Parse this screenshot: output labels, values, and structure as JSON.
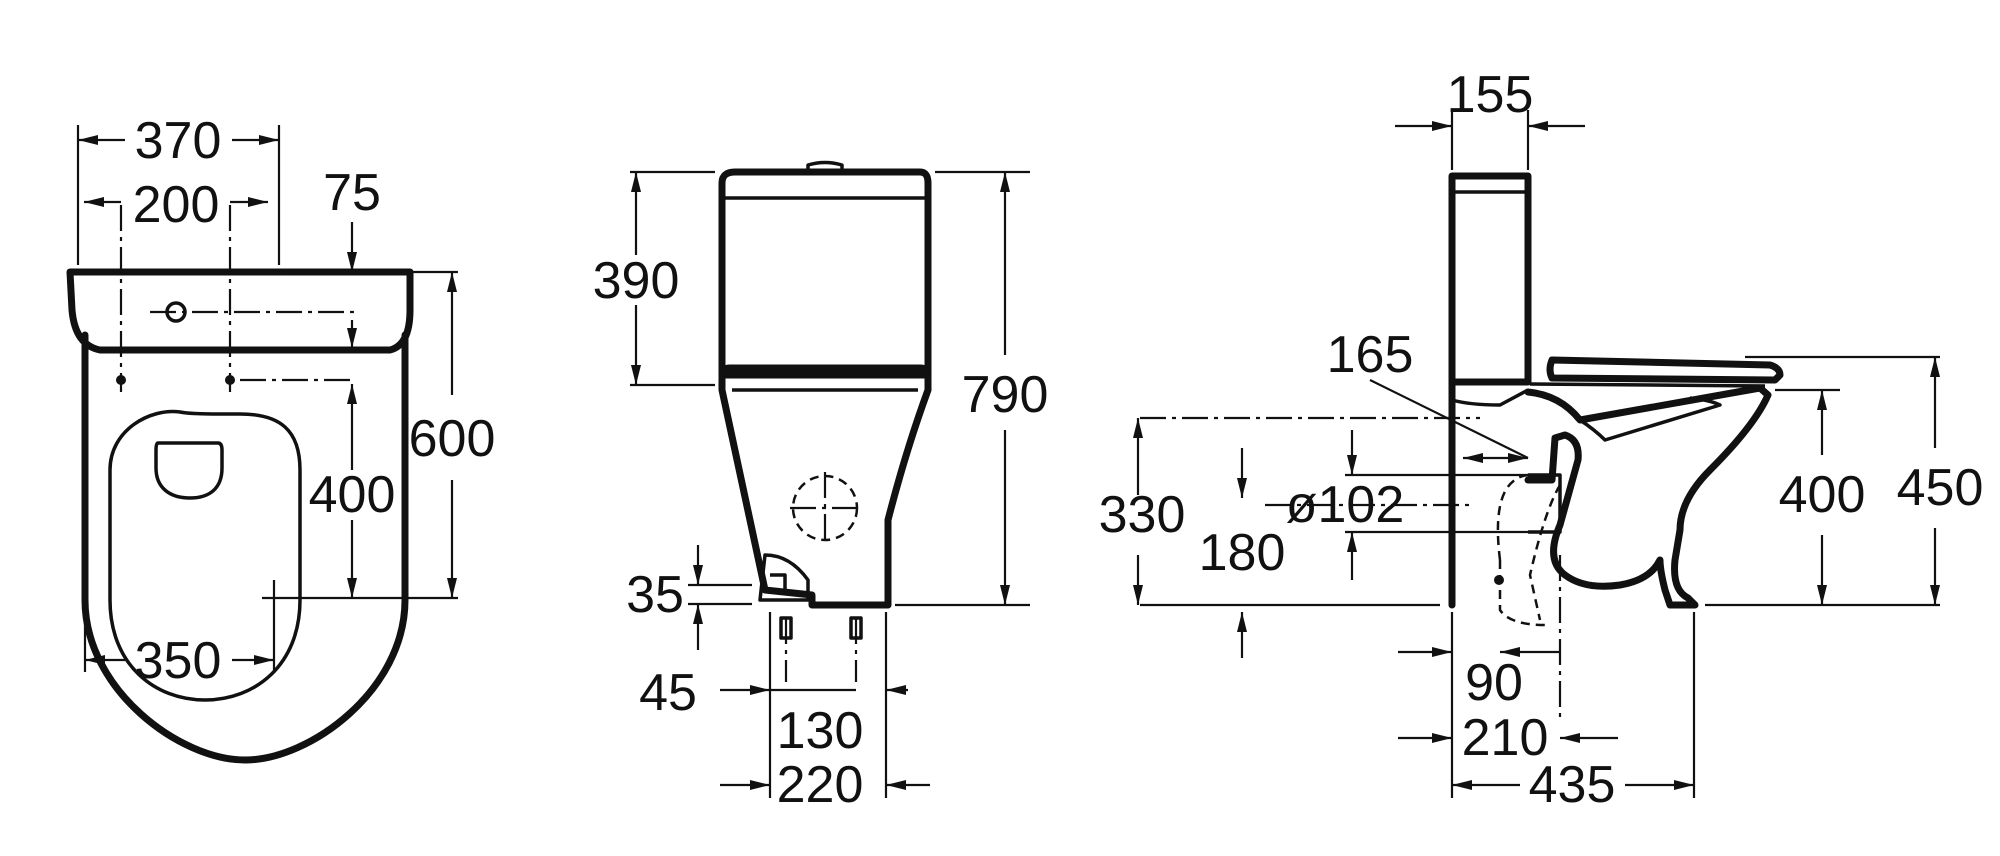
{
  "dimensions": {
    "top_view": {
      "overall_width": "370",
      "fixing_spacing": "200",
      "tank_depth_offset": "75",
      "fixing_to_front": "400",
      "overall_depth": "600",
      "base_width": "350"
    },
    "front_view": {
      "tank_height": "390",
      "overall_height": "790",
      "inlet_height": "35",
      "inlet_offset": "45",
      "fixing_spacing": "130",
      "base_width": "220"
    },
    "side_view": {
      "tank_depth": "155",
      "outlet_offset": "165",
      "outlet_center_height": "180",
      "outlet_diameter": "ø102",
      "wall_to_outlet_height": "330",
      "rim_height": "400",
      "seat_height": "450",
      "outlet_from_wall": "90",
      "floor_outlet_from_wall": "210",
      "overall_depth": "435"
    }
  }
}
